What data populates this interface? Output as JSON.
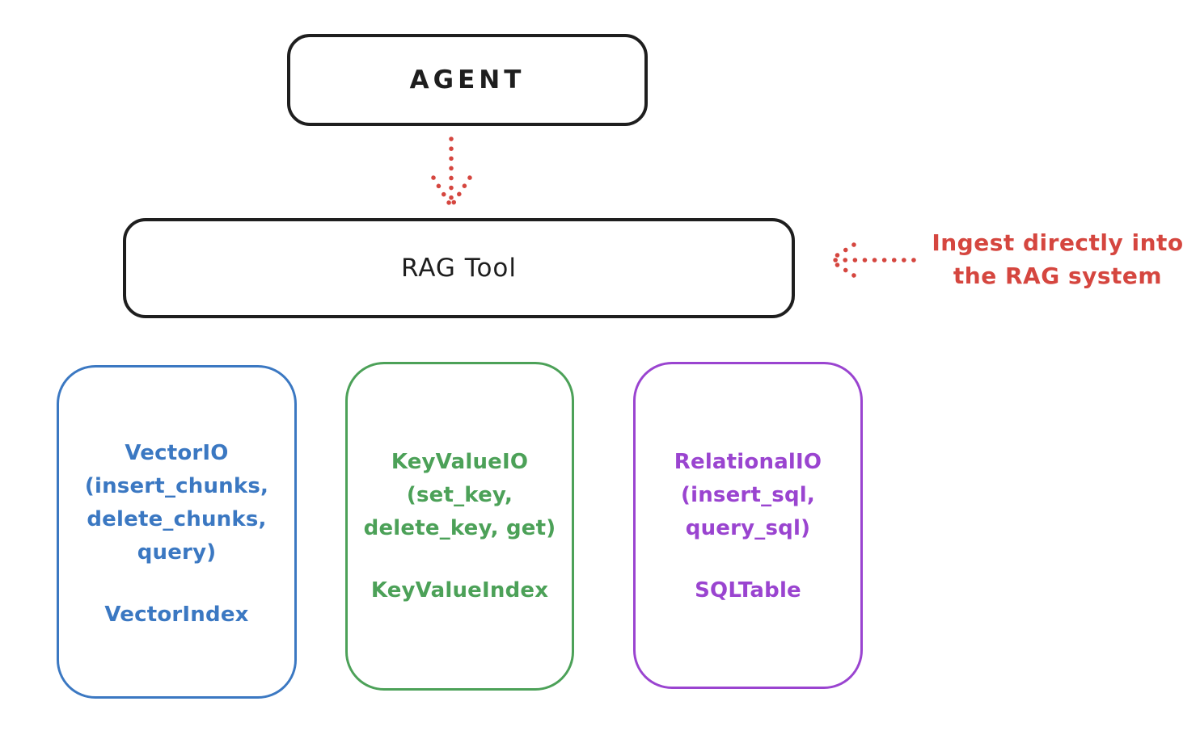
{
  "diagram": {
    "agent_box": {
      "label": "AGENT"
    },
    "rag_tool_box": {
      "label": "RAG Tool"
    },
    "annotation": {
      "line1": "Ingest directly into",
      "line2": "the RAG system"
    },
    "io_boxes": [
      {
        "id": "vector-io",
        "lines": [
          "VectorIO",
          "(insert_chunks,",
          "delete_chunks,",
          "query)"
        ],
        "index_label": "VectorIndex",
        "color": "#3b78c2"
      },
      {
        "id": "keyvalue-io",
        "lines": [
          "KeyValueIO",
          "(set_key,",
          "delete_key, get)"
        ],
        "index_label": "KeyValueIndex",
        "color": "#4ca158"
      },
      {
        "id": "relational-io",
        "lines": [
          "RelationalIO",
          "(insert_sql,",
          "query_sql)"
        ],
        "index_label": "SQLTable",
        "color": "#9a44d0"
      }
    ],
    "colors": {
      "box_stroke": "#1e1e1e",
      "arrow_red": "#d5463f",
      "background": "#ffffff"
    }
  }
}
